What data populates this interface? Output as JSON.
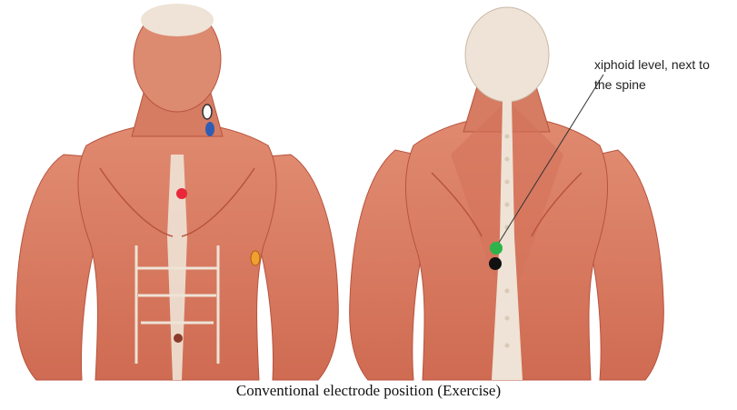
{
  "annotation": {
    "text": "xiphoid level, next to the spine"
  },
  "caption": "Conventional electrode position (Exercise)",
  "colors": {
    "background": "#ffffff",
    "muscle": "#d9785f",
    "muscle_dark": "#b8533e",
    "tendon": "#eee3d6",
    "electrode_white": "#ffffff",
    "electrode_blue": "#2f5db3",
    "electrode_red": "#e8283a",
    "electrode_orange": "#f0a030",
    "electrode_green": "#2db34a",
    "electrode_black": "#111111",
    "pointer_line": "#333333"
  },
  "figures": [
    {
      "name": "anatomy-front-view",
      "electrodes": [
        "white",
        "blue",
        "red",
        "orange"
      ]
    },
    {
      "name": "anatomy-back-view",
      "electrodes": [
        "green",
        "black"
      ]
    }
  ]
}
